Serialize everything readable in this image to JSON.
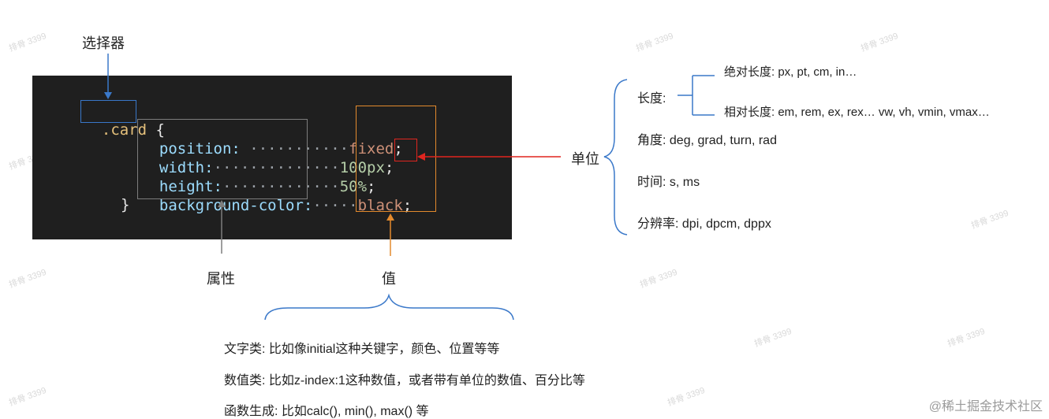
{
  "labels": {
    "selector": "选择器",
    "property": "属性",
    "value": "值",
    "unit": "单位"
  },
  "code": {
    "selector": ".card",
    "open_brace": "{",
    "close_brace": "}",
    "lines": [
      {
        "prop": "position:",
        "dots": " ···········",
        "value": "fixed",
        "unit": "",
        "semi": ";"
      },
      {
        "prop": "width:",
        "dots": "··············",
        "value": "100",
        "unit": "px",
        "semi": ";"
      },
      {
        "prop": "height:",
        "dots": "·············",
        "value": "50%",
        "unit": "",
        "semi": ";"
      },
      {
        "prop": "background-color:",
        "dots": "·····",
        "value": "black",
        "unit": "",
        "semi": ";"
      }
    ]
  },
  "units": {
    "length_label": "长度:",
    "absolute_length": "绝对长度: px, pt, cm, in…",
    "relative_length": "相对长度: em, rem, ex, rex…  vw, vh, vmin, vmax…",
    "angle": "角度: deg, grad, turn, rad",
    "time": "时间: s, ms",
    "resolution": "分辨率: dpi, dpcm, dppx"
  },
  "value_types": [
    "文字类: 比如像initial这种关键字，颜色、位置等等",
    "数值类: 比如z-index:1这种数值，或者带有单位的数值、百分比等",
    "函数生成: 比如calc(),   min(),   max() 等"
  ],
  "watermark_text": "排骨 3399",
  "footer_mark": "@稀土掘金技术社区",
  "colors": {
    "selector_box": "#3a78c9",
    "property_box": "#7d7d7d",
    "value_box": "#e38a2d",
    "unit_box": "#e0251f",
    "code_bg": "#1f1f1f"
  }
}
